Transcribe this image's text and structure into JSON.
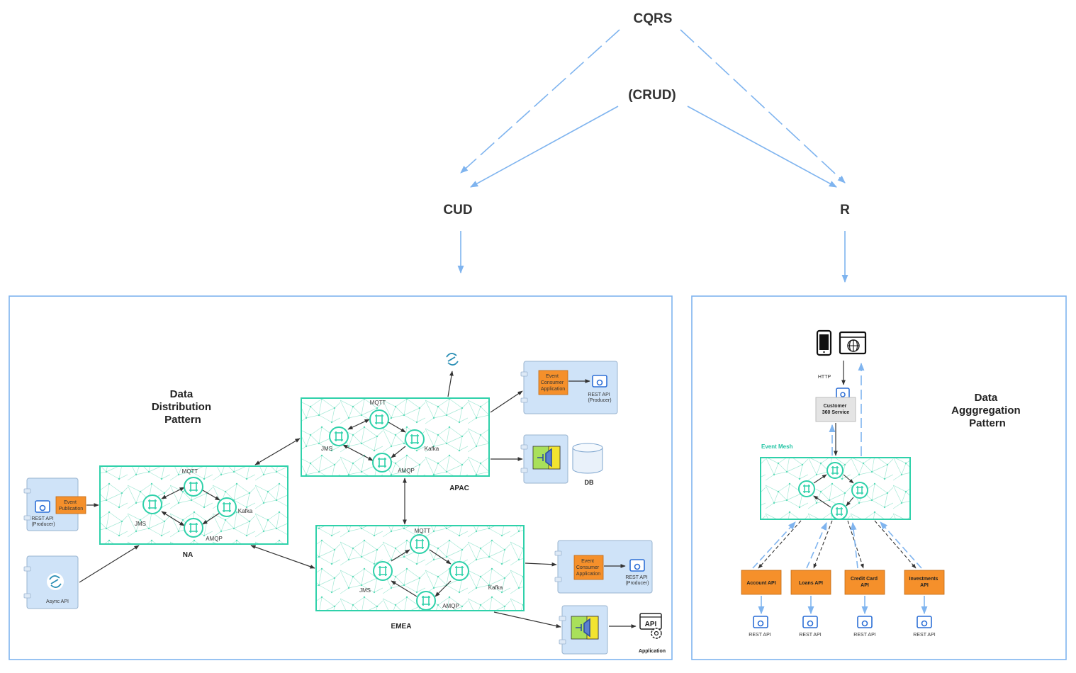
{
  "top": {
    "cqrs": "CQRS",
    "crud": "(CRUD)",
    "cud": "CUD",
    "r": "R"
  },
  "distribution": {
    "title_lines": [
      "Data",
      "Distribution",
      "Pattern"
    ],
    "regions": {
      "na": "NA",
      "apac": "APAC",
      "emea": "EMEA"
    },
    "protocols": {
      "mqtt": "MQTT",
      "jms": "JMS",
      "kafka": "Kafka",
      "amqp": "AMQP"
    },
    "na_producer": {
      "rest_lines": [
        "REST API",
        "(Producer)"
      ],
      "event_lines": [
        "Event",
        "Publication"
      ]
    },
    "async_api": "Async API",
    "consumer_lines": [
      "Event",
      "Consumer",
      "Application"
    ],
    "rest_producer_lines": [
      "REST API",
      "(Producer)"
    ],
    "db": "DB",
    "application": "Application",
    "api_badge": "API"
  },
  "aggregation": {
    "title_lines": [
      "Data",
      "Agggregation",
      "Pattern"
    ],
    "http": "HTTP",
    "service_lines": [
      "Customer",
      "360 Service"
    ],
    "event_mesh": "Event Mesh",
    "apis": [
      {
        "lines": [
          "Account API"
        ]
      },
      {
        "lines": [
          "Loans API"
        ]
      },
      {
        "lines": [
          "Credit Card",
          "API"
        ]
      },
      {
        "lines": [
          "Investments",
          "API"
        ]
      }
    ],
    "rest_api": "REST API"
  },
  "colors": {
    "accent_blue": "#7fb4ef",
    "mesh_green": "#2fd1aa",
    "orange": "#f5902b",
    "app_box": "#cfe3f8",
    "service_grey": "#e4e4e4"
  }
}
